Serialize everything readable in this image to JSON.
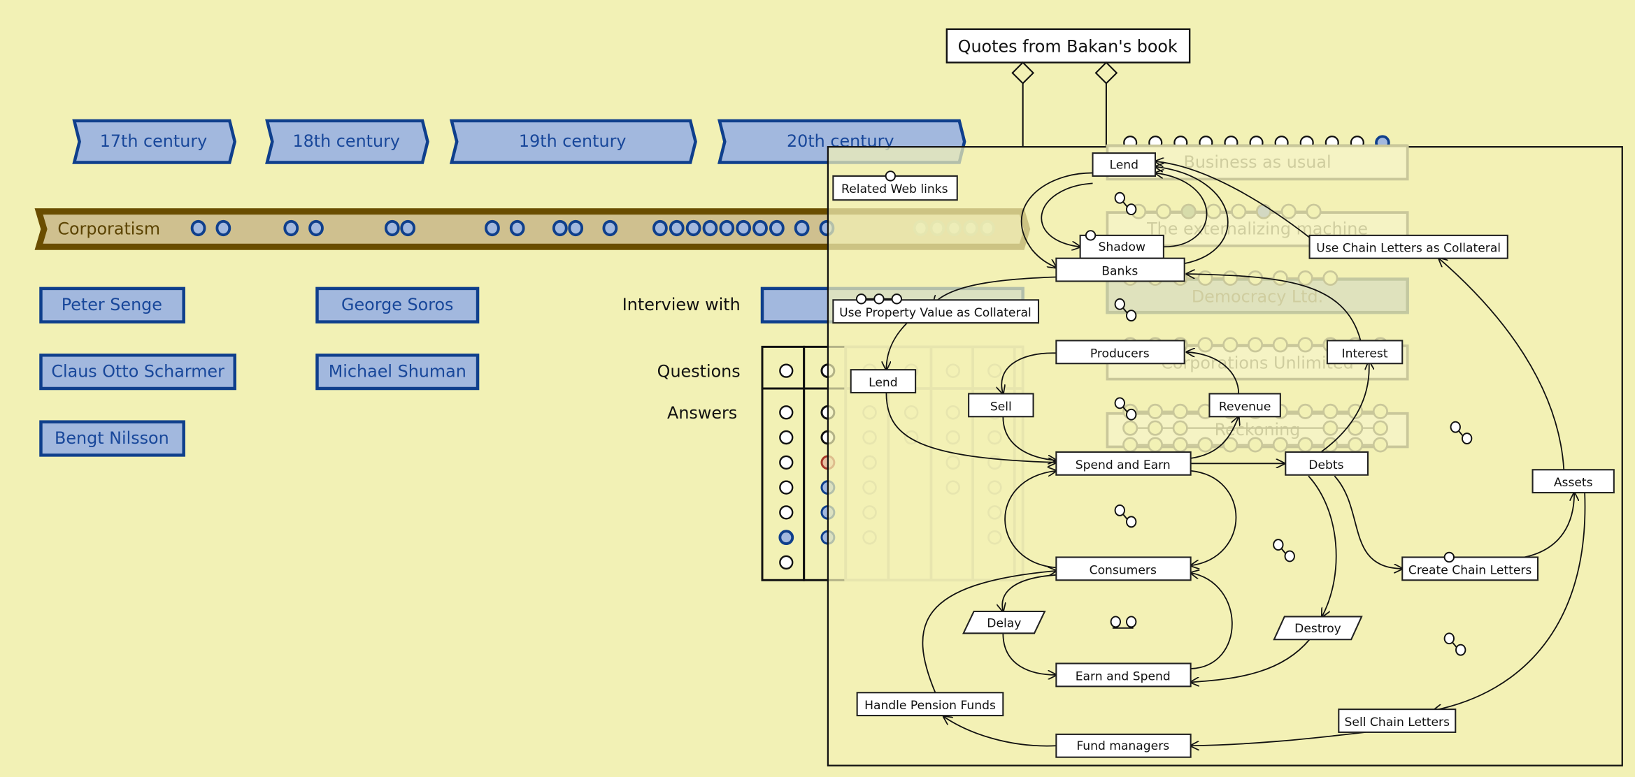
{
  "centuries": [
    {
      "label": "17th century"
    },
    {
      "label": "18th century"
    },
    {
      "label": "19th century"
    },
    {
      "label": "20th century"
    }
  ],
  "band": {
    "label": "Corporatism",
    "colors": {
      "fill": "#cfc08f",
      "border": "#6a4d00",
      "bead_fill": "#a2b8de",
      "bead_stroke": "#0f3f8c"
    }
  },
  "people": [
    {
      "name": "Peter Senge"
    },
    {
      "name": "George Soros"
    },
    {
      "name": "Claus Otto Scharmer"
    },
    {
      "name": "Michael Shuman"
    },
    {
      "name": "Bengt Nilsson"
    }
  ],
  "interview": {
    "label": "Interview with"
  },
  "qa": {
    "questions_label": "Questions",
    "answers_label": "Answers"
  },
  "quotes": {
    "title": "Quotes from Bakan's book"
  },
  "scenarios": [
    {
      "label": "Business as usual"
    },
    {
      "label": "The externalizing machine"
    },
    {
      "label": "Democracy Ltd."
    },
    {
      "label": "Corporations Unlimited"
    },
    {
      "label": "Reckoning"
    }
  ],
  "diagram": {
    "nodes": {
      "related_web_links": "Related Web links",
      "lend_top": "Lend",
      "shadow": "Shadow",
      "banks": "Banks",
      "use_property": "Use Property Value as Collateral",
      "use_chain": "Use Chain Letters as Collateral",
      "producers": "Producers",
      "interest": "Interest",
      "lend_mid": "Lend",
      "sell": "Sell",
      "revenue": "Revenue",
      "spend_earn": "Spend and Earn",
      "debts": "Debts",
      "assets": "Assets",
      "create_chain": "Create Chain Letters",
      "consumers": "Consumers",
      "delay": "Delay",
      "destroy": "Destroy",
      "earn_spend": "Earn and Spend",
      "handle_pension": "Handle Pension Funds",
      "sell_chain": "Sell Chain Letters",
      "fund_managers": "Fund managers"
    }
  },
  "colors": {
    "background": "#f2f1b5",
    "accent_blue": "#0f3f8c",
    "blue_fill": "#a2b8de",
    "highlight_red": "#a83a2a"
  }
}
